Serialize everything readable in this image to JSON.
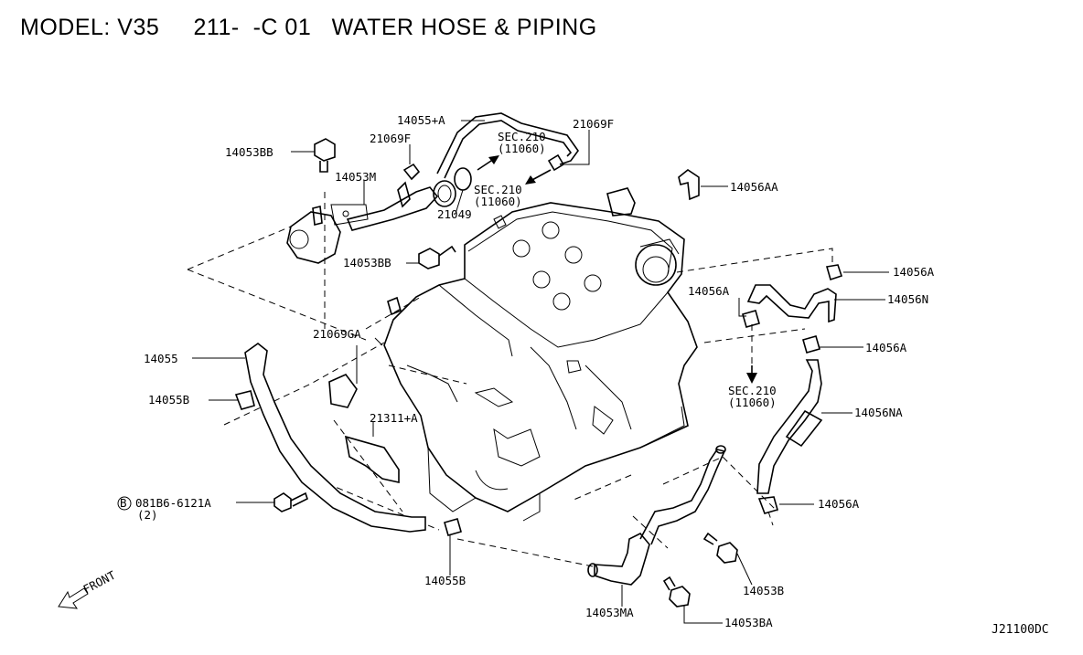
{
  "header": {
    "model_label": "MODEL: V35",
    "section": "211-  -C 01",
    "title": "WATER HOSE & PIPING"
  },
  "callouts": [
    {
      "id": "c1",
      "text": "14055+A"
    },
    {
      "id": "c2",
      "text": "21069F"
    },
    {
      "id": "c3",
      "text": "21069F"
    },
    {
      "id": "c4",
      "text": "14053BB"
    },
    {
      "id": "c5",
      "text": "14053M"
    },
    {
      "id": "c6",
      "text": "21049"
    },
    {
      "id": "c7",
      "text": "14053BB"
    },
    {
      "id": "c8",
      "text": "14056AA"
    },
    {
      "id": "c9",
      "text": "14056A"
    },
    {
      "id": "c10",
      "text": "14056A"
    },
    {
      "id": "c11",
      "text": "14056N"
    },
    {
      "id": "c12",
      "text": "21069GA"
    },
    {
      "id": "c13",
      "text": "14056A"
    },
    {
      "id": "c14",
      "text": "14055"
    },
    {
      "id": "c15",
      "text": "14055B"
    },
    {
      "id": "c16",
      "text": "21311+A"
    },
    {
      "id": "c17",
      "text": "14056NA"
    },
    {
      "id": "c18",
      "text": "081B6-6121A"
    },
    {
      "id": "c19",
      "text": "(2)"
    },
    {
      "id": "c20",
      "text": "14056A"
    },
    {
      "id": "c21",
      "text": "14055B"
    },
    {
      "id": "c22",
      "text": "14053B"
    },
    {
      "id": "c23",
      "text": "14053MA"
    },
    {
      "id": "c24",
      "text": "14053BA"
    },
    {
      "id": "c25",
      "text": "B"
    }
  ],
  "section_refs": [
    {
      "id": "s1",
      "line1": "SEC.210",
      "line2": "(11060)"
    },
    {
      "id": "s2",
      "line1": "SEC.210",
      "line2": "(11060)"
    },
    {
      "id": "s3",
      "line1": "SEC.210",
      "line2": "(11060)"
    }
  ],
  "front_label": "FRONT",
  "drawing_code": "J21100DC"
}
